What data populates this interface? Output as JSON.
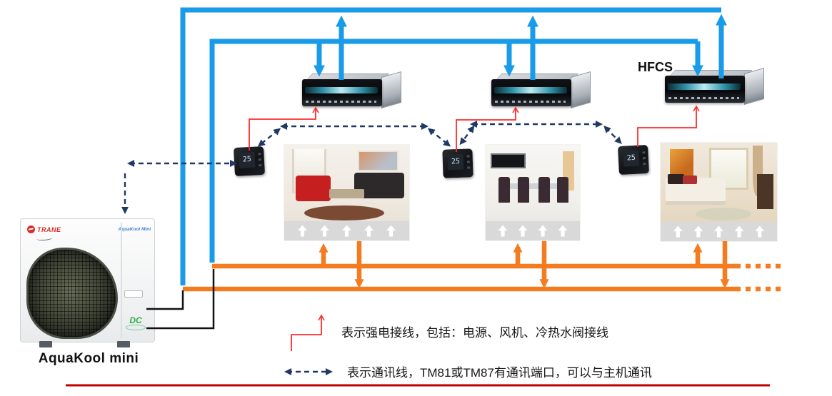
{
  "labels": {
    "hfcs": "HFCS",
    "outdoor_unit_caption": "AquaKool mini"
  },
  "outdoor_unit": {
    "brand": "TRANE",
    "model_badge": "AquaKool Mini",
    "dc_badge": "DC"
  },
  "thermostats": [
    {
      "id": "thermostat-1",
      "display": "25"
    },
    {
      "id": "thermostat-2",
      "display": "25"
    },
    {
      "id": "thermostat-3",
      "display": "25"
    }
  ],
  "rooms": [
    {
      "name": "living-room",
      "airflow_arrows": 5
    },
    {
      "name": "dining-room",
      "airflow_arrows": 4
    },
    {
      "name": "bedroom",
      "airflow_arrows": 5
    }
  ],
  "legend": {
    "power_line_label": "表示强电接线，包括：电源、风机、冷热水阀接线",
    "comm_line_label": "表示通讯线，TM81或TM87有通讯端口，可以与主机通讯"
  },
  "colors": {
    "pipe_blue": "#189BE8",
    "power_orange": "#F57B20",
    "comm_navy": "#1F3864",
    "power_red": "#FF2B2B",
    "bottom_rule_red": "#C00000"
  }
}
